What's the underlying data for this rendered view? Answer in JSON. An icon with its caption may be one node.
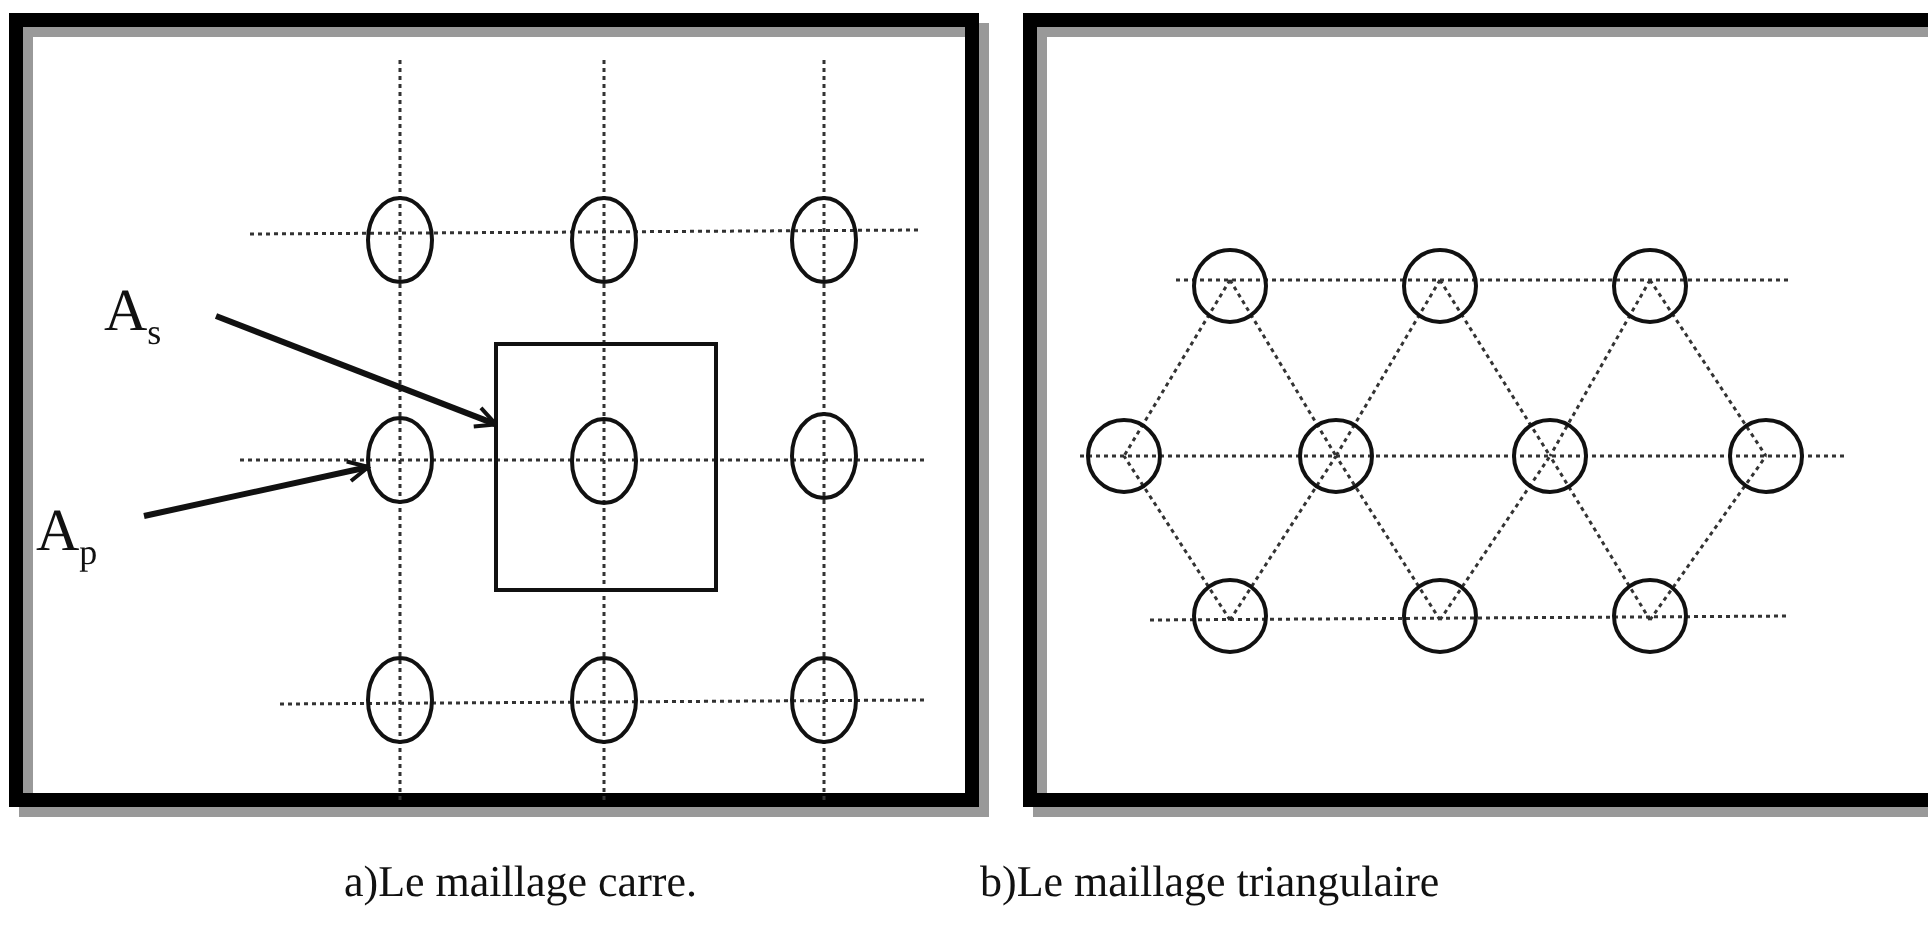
{
  "diagram": {
    "nodes": [
      {
        "text": [
          "A$_{s}$"
        ]
      },
      {
        "text": [],
        "shape": "circle"
      },
      {
        "text": [],
        "shape": "circle"
      },
      {
        "text": [],
        "shape": "circle"
      },
      {
        "text": [],
        "shape": "box"
      },
      {
        "text": [],
        "shape": "circle"
      },
      {
        "text": [],
        "shape": "circle",
        "in": 4
      },
      {
        "text": [],
        "shape": "circle"
      },
      {
        "text": [
          "A$_{p}$"
        ]
      },
      {
        "text": [],
        "shape": "circle"
      },
      {
        "text": [],
        "shape": "circle"
      },
      {
        "text": [],
        "shape": "circle"
      },
      {
        "text": [],
        "shape": "circle"
      },
      {
        "text": [],
        "shape": "circle"
      },
      {
        "text": [],
        "shape": "circle"
      },
      {
        "text": [],
        "shape": "circle"
      },
      {
        "text": [],
        "shape": "circle"
      },
      {
        "text": [],
        "shape": "circle"
      },
      {
        "text": [],
        "shape": "circle"
      },
      {
        "text": [],
        "shape": "circle"
      },
      {
        "text": [],
        "shape": "circle"
      },
      {
        "text": [],
        "shape": "circle"
      }
    ],
    "edges": [
      {
        "from": 0,
        "to": 4,
        "arrow": "to"
      },
      {
        "from": 8,
        "to": 5,
        "arrow": "to"
      }
    ],
    "labels": [
      "a)Le maillage carre.",
      "b)Le maillage triangulaire"
    ]
  }
}
